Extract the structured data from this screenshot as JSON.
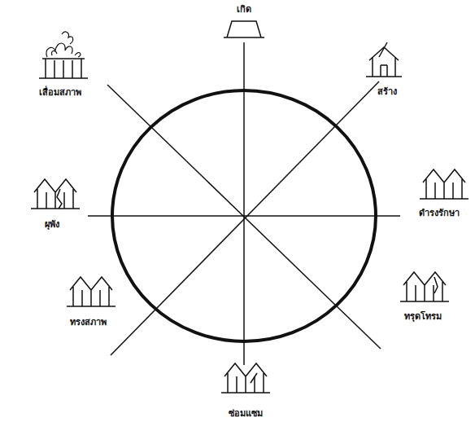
{
  "diagram": {
    "labels": [
      "เกิด",
      "สร้าง",
      "ดำรงรักษา",
      "ทรุดโทรม",
      "ซ่อมแซม",
      "ทรงสภาพ",
      "ผุพัง",
      "เสื่อมสภาพ"
    ]
  }
}
